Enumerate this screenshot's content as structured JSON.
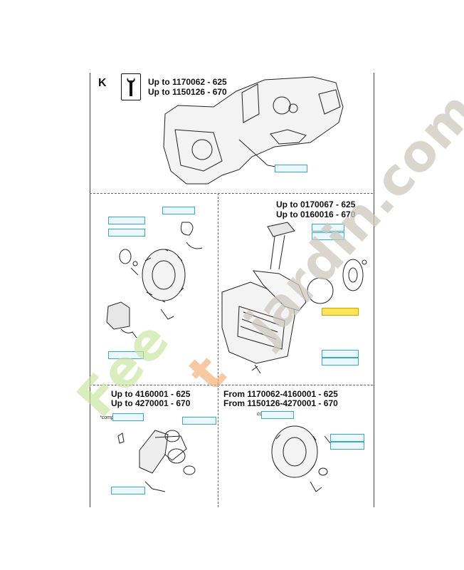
{
  "section": {
    "letter": "K",
    "icon": "wrench-icon",
    "lines": [
      "Up to 1170062 - 625",
      "Up to 1150126 - 670"
    ]
  },
  "panels": {
    "right_mid": {
      "lines": [
        "Up to 0170067 - 625",
        "Up to 0160016 - 670"
      ]
    },
    "left_bottom": {
      "lines": [
        "Up to 4160001 - 625",
        "Up to 4270001 - 670"
      ],
      "compl": "*compl"
    },
    "right_bottom": {
      "lines": [
        "From 1170062-4160001 - 625",
        "From 1150126-4270001 - 670"
      ],
      "compl": "compl"
    }
  },
  "watermark": {
    "green": "Fee",
    "orange": "t",
    "grey": "jardin.com"
  },
  "colors": {
    "tag_border": "#3aa8c8",
    "tag_fill": "#eaf7fc",
    "tag_highlight": "#fde55a",
    "watermark_green": "#c7e59a",
    "watermark_orange": "#f4b27a",
    "watermark_grey": "#cfc9bd"
  }
}
